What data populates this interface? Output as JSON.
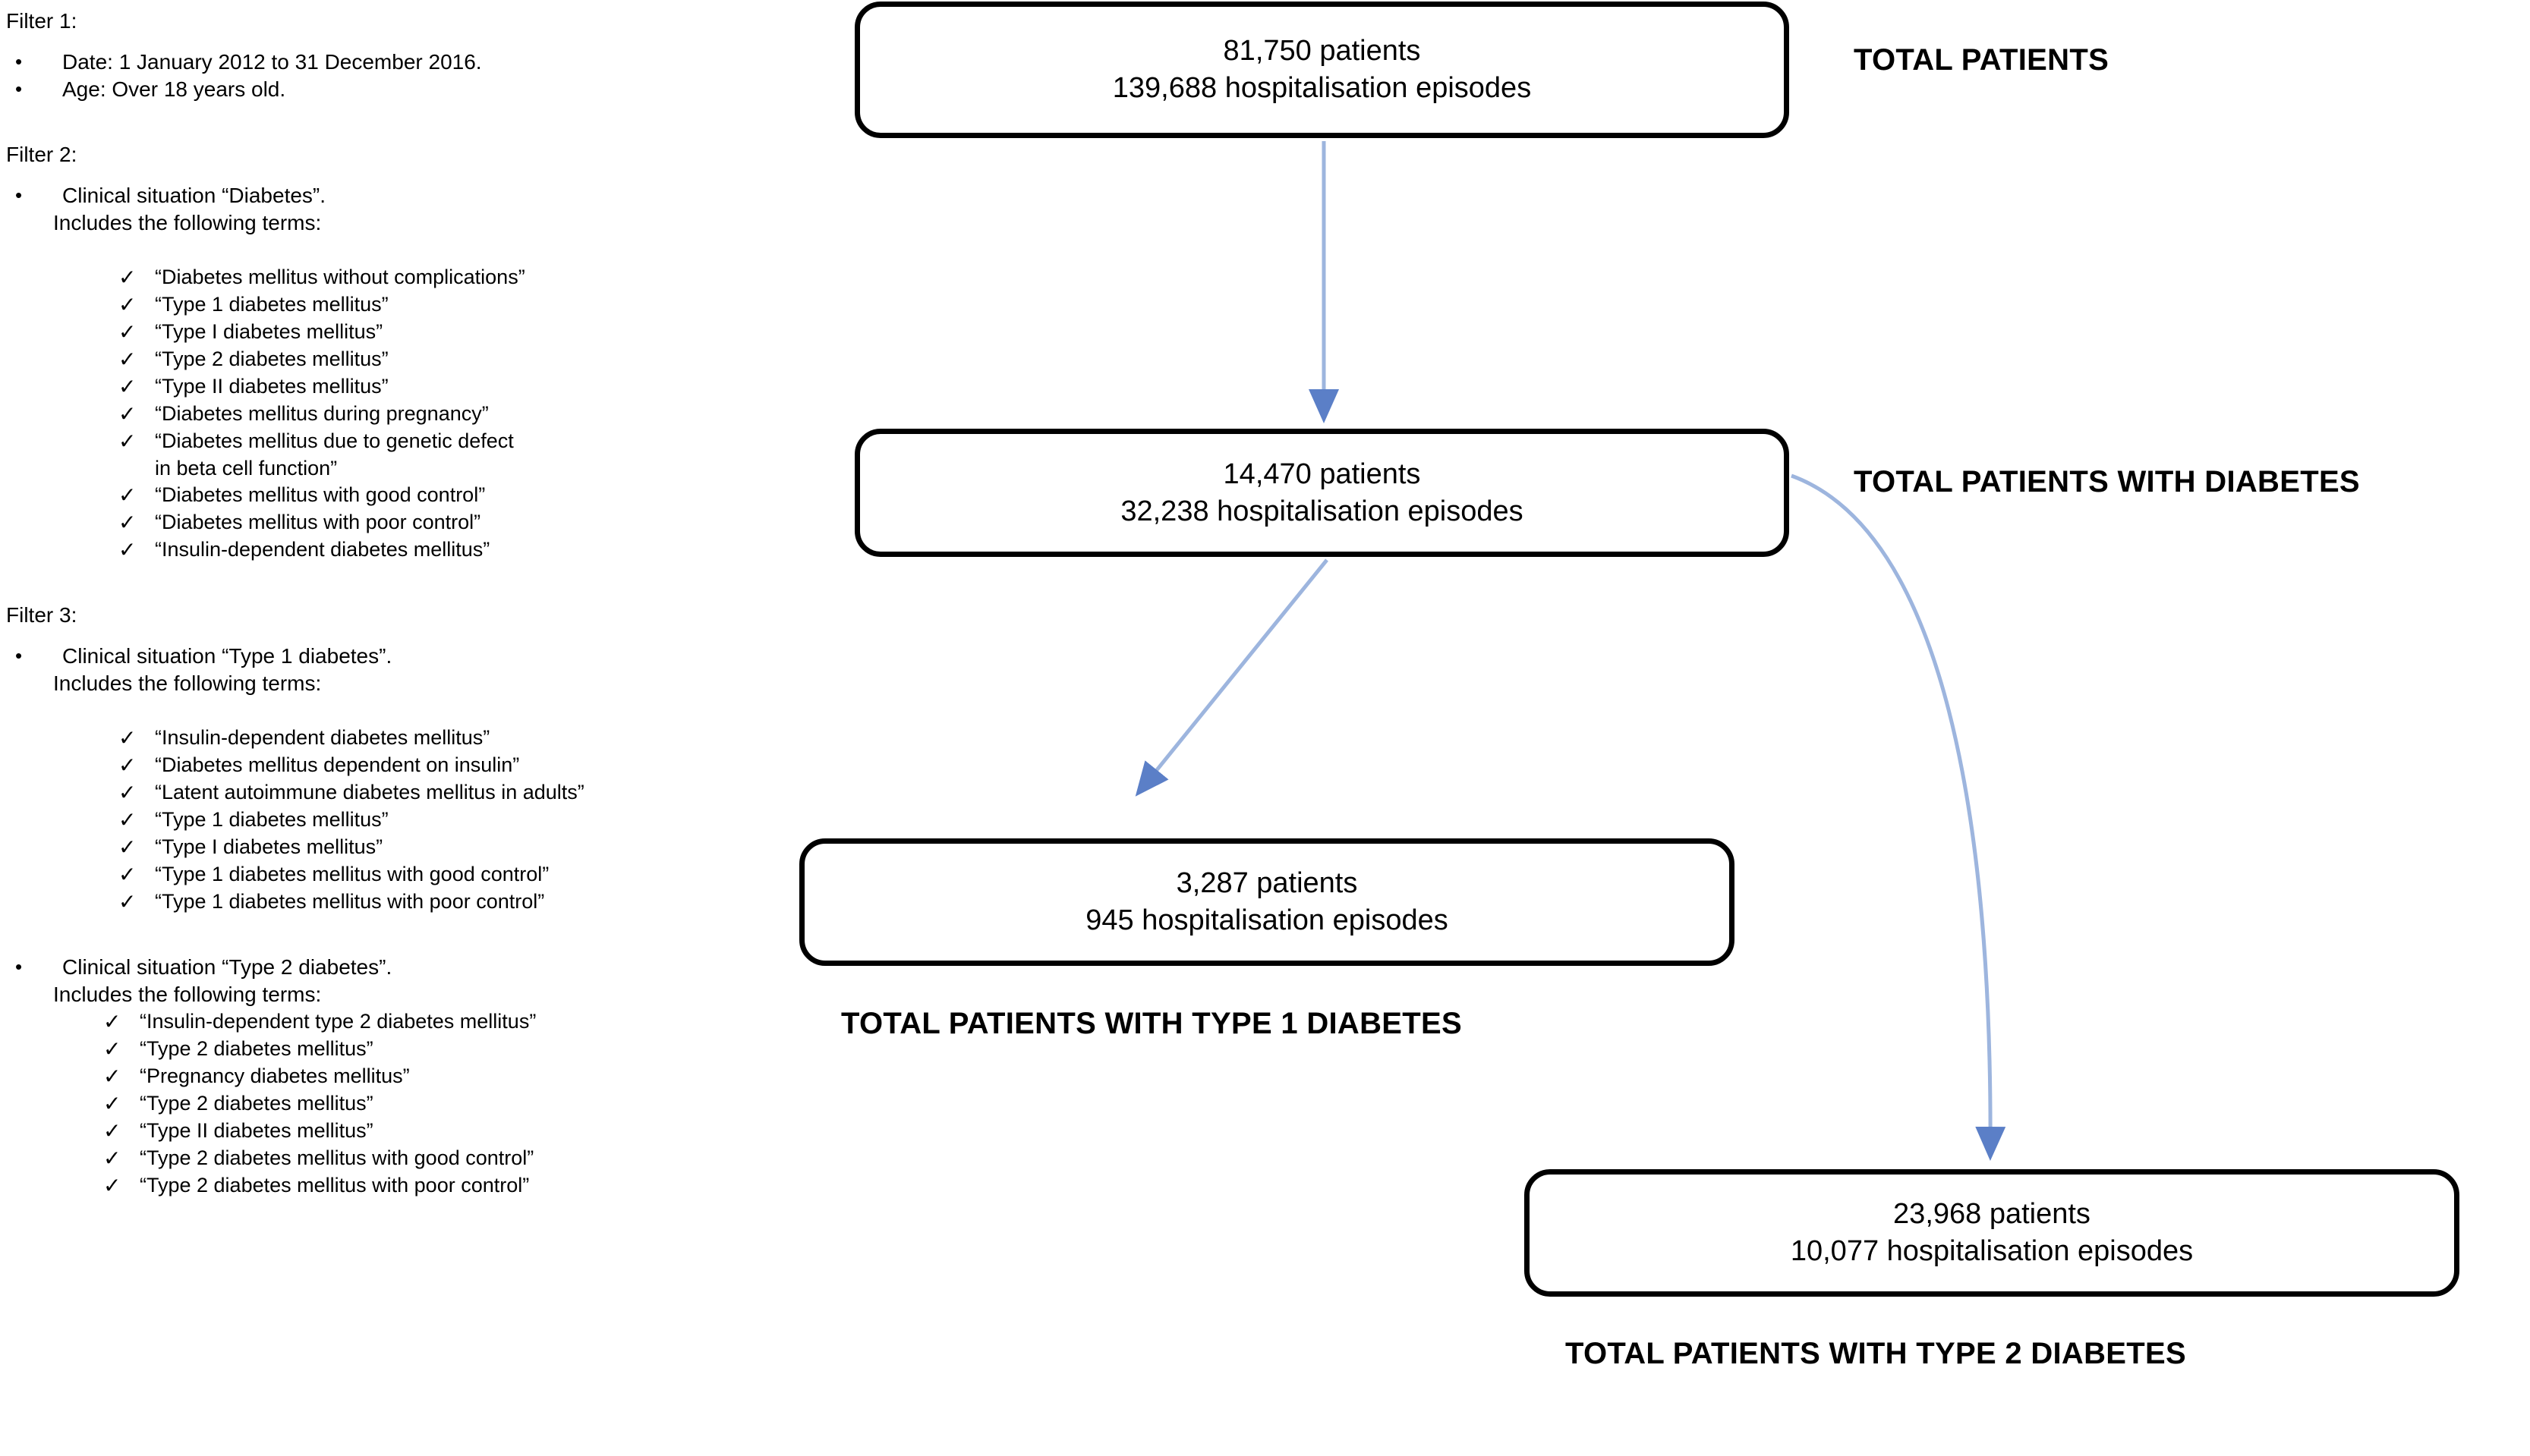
{
  "colors": {
    "arrow": "#9DB5DE",
    "arrow_head": "#5B7FC7",
    "box_border": "#000000",
    "text": "#000000",
    "background": "#FFFFFF"
  },
  "filters": [
    {
      "id": "filter-1",
      "title": "Filter 1:",
      "bullets": [
        {
          "marker": "•",
          "text": "Date: 1 January 2012 to 31 December 2016."
        },
        {
          "marker": "•",
          "text": "Age: Over 18 years old."
        }
      ],
      "sub_line": "",
      "checks": []
    },
    {
      "id": "filter-2",
      "title": "Filter 2:",
      "bullets": [
        {
          "marker": "•",
          "text": "Clinical situation “Diabetes”."
        }
      ],
      "sub_line": "Includes the following terms:",
      "checks": [
        {
          "marker": "✓",
          "text": "“Diabetes mellitus without complications”",
          "cont": ""
        },
        {
          "marker": "✓",
          "text": "“Type 1 diabetes mellitus”",
          "cont": ""
        },
        {
          "marker": "✓",
          "text": "“Type I diabetes mellitus”",
          "cont": ""
        },
        {
          "marker": "✓",
          "text": "“Type 2 diabetes mellitus”",
          "cont": ""
        },
        {
          "marker": "✓",
          "text": "“Type II diabetes mellitus”",
          "cont": ""
        },
        {
          "marker": "✓",
          "text": "“Diabetes mellitus during pregnancy”",
          "cont": ""
        },
        {
          "marker": "✓",
          "text": "“Diabetes mellitus due to genetic defect",
          "cont": "in beta cell function”"
        },
        {
          "marker": "✓",
          "text": "“Diabetes mellitus with good control”",
          "cont": ""
        },
        {
          "marker": "✓",
          "text": "“Diabetes mellitus with poor control”",
          "cont": ""
        },
        {
          "marker": "✓",
          "text": "“Insulin-dependent diabetes mellitus”",
          "cont": ""
        }
      ]
    },
    {
      "id": "filter-3",
      "title": "Filter 3:",
      "bullets": [
        {
          "marker": "•",
          "text": "Clinical situation “Type 1 diabetes”."
        }
      ],
      "sub_line": "Includes the following terms:",
      "checks": [
        {
          "marker": "✓",
          "text": "“Insulin-dependent diabetes mellitus”",
          "cont": ""
        },
        {
          "marker": "✓",
          "text": "“Diabetes mellitus dependent on insulin”",
          "cont": ""
        },
        {
          "marker": "✓",
          "text": "“Latent autoimmune diabetes mellitus in adults”",
          "cont": ""
        },
        {
          "marker": "✓",
          "text": "“Type 1 diabetes mellitus”",
          "cont": ""
        },
        {
          "marker": "✓",
          "text": "“Type I diabetes mellitus”",
          "cont": ""
        },
        {
          "marker": "✓",
          "text": "“Type 1 diabetes mellitus with good control”",
          "cont": ""
        },
        {
          "marker": "✓",
          "text": "“Type 1 diabetes mellitus with poor control”",
          "cont": ""
        }
      ]
    },
    {
      "id": "filter-3b",
      "title": "",
      "bullets": [
        {
          "marker": "•",
          "text": "Clinical situation “Type 2 diabetes”."
        }
      ],
      "sub_line": "Includes the following terms:",
      "checks": [
        {
          "marker": "✓",
          "text": "“Insulin-dependent type 2 diabetes mellitus”",
          "cont": ""
        },
        {
          "marker": "✓",
          "text": "“Type 2 diabetes mellitus”",
          "cont": ""
        },
        {
          "marker": "✓",
          "text": "“Pregnancy diabetes mellitus”",
          "cont": ""
        },
        {
          "marker": "✓",
          "text": "“Type 2 diabetes mellitus”",
          "cont": ""
        },
        {
          "marker": "✓",
          "text": "“Type II diabetes mellitus”",
          "cont": ""
        },
        {
          "marker": "✓",
          "text": "“Type 2 diabetes mellitus with good control”",
          "cont": ""
        },
        {
          "marker": "✓",
          "text": "“Type 2 diabetes mellitus with poor control”",
          "cont": ""
        }
      ]
    }
  ],
  "flow": {
    "nodes": [
      {
        "id": "total",
        "patients": "81,750 patients",
        "episodes": "139,688 hospitalisation episodes",
        "label": "TOTAL PATIENTS"
      },
      {
        "id": "diabetes",
        "patients": "14,470 patients",
        "episodes": "32,238 hospitalisation episodes",
        "label": "TOTAL PATIENTS WITH DIABETES"
      },
      {
        "id": "type1",
        "patients": "3,287 patients",
        "episodes": "945 hospitalisation episodes",
        "label": "TOTAL PATIENTS WITH TYPE 1 DIABETES"
      },
      {
        "id": "type2",
        "patients": "23,968 patients",
        "episodes": "10,077 hospitalisation episodes",
        "label": "TOTAL PATIENTS WITH TYPE 2 DIABETES"
      }
    ],
    "edges": [
      {
        "id": "edge-total-diabetes",
        "from": "total",
        "to": "diabetes",
        "shape": "straight-down"
      },
      {
        "id": "edge-diabetes-type1",
        "from": "diabetes",
        "to": "type1",
        "shape": "diagonal-down-left"
      },
      {
        "id": "edge-diabetes-type2",
        "from": "diabetes",
        "to": "type2",
        "shape": "curved-down-right"
      }
    ]
  },
  "chart_data": {
    "type": "table",
    "title": "Patient selection flow",
    "categories": [
      "TOTAL PATIENTS",
      "TOTAL PATIENTS WITH DIABETES",
      "TOTAL PATIENTS WITH TYPE 1 DIABETES",
      "TOTAL PATIENTS WITH TYPE 2 DIABETES"
    ],
    "series": [
      {
        "name": "patients",
        "values": [
          81750,
          14470,
          3287,
          23968
        ]
      },
      {
        "name": "hospitalisation episodes",
        "values": [
          139688,
          32238,
          945,
          10077
        ]
      }
    ]
  }
}
